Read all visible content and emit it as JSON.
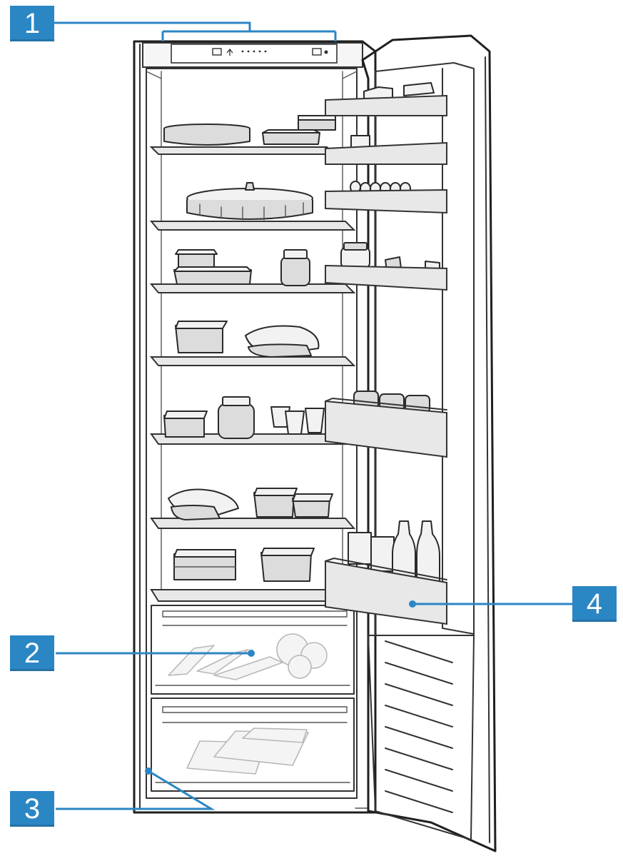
{
  "callouts": [
    {
      "id": "1",
      "label": "1",
      "target": "control-panel"
    },
    {
      "id": "2",
      "label": "2",
      "target": "vegetable-drawer"
    },
    {
      "id": "3",
      "label": "3",
      "target": "bottom-drawer-base"
    },
    {
      "id": "4",
      "label": "4",
      "target": "door-bottle-rack"
    }
  ],
  "colors": {
    "callout_blue": "#2b86c4",
    "line": "#1f1f1f",
    "shelf": "#e8e8e8",
    "background": "#ffffff"
  },
  "icons": [
    "fridge-cabinet",
    "fridge-door",
    "control-panel",
    "shelf",
    "door-rack",
    "drawer",
    "food-container",
    "bottle",
    "jar",
    "egg"
  ]
}
